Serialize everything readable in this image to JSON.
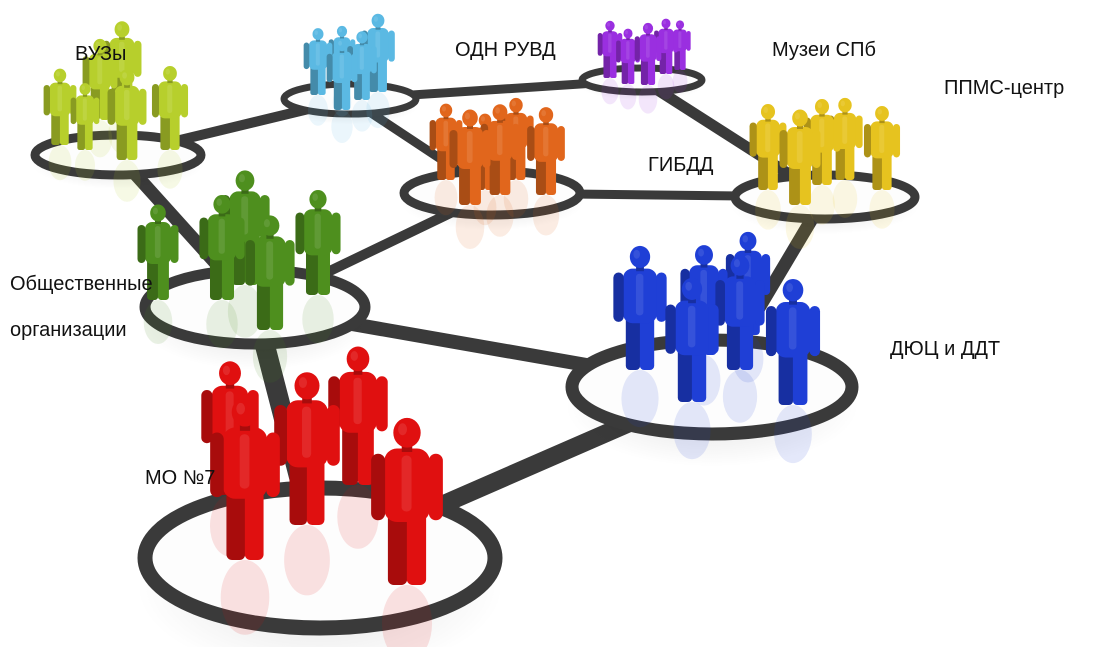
{
  "groups": [
    {
      "id": "vuzy",
      "label": "ВУЗы",
      "color": "#b7cf2c"
    },
    {
      "id": "lightblue",
      "label": "",
      "color": "#5bb9e3"
    },
    {
      "id": "odn",
      "label": "ОДН РУВД",
      "color": "#9a2fe0"
    },
    {
      "id": "gibdd",
      "label": "ГИБДД",
      "color": "#e1661c"
    },
    {
      "id": "muzei",
      "label": "Музеи СПб",
      "color": "#e6c31f"
    },
    {
      "id": "ppms",
      "label": "ППМС-центр",
      "color": "#e6c31f"
    },
    {
      "id": "obshch",
      "label_line1": "Общественные",
      "label_line2": "организации",
      "color": "#4e8f1e"
    },
    {
      "id": "dyuts",
      "label": "ДЮЦ и ДДТ",
      "color": "#1f3fd6"
    },
    {
      "id": "mo7",
      "label": "МО №7",
      "color": "#e01010"
    }
  ],
  "colors": {
    "link": "#3a3a3a",
    "ring_fill": "#fdfdfd",
    "ring_stroke": "#3a3a3a"
  }
}
